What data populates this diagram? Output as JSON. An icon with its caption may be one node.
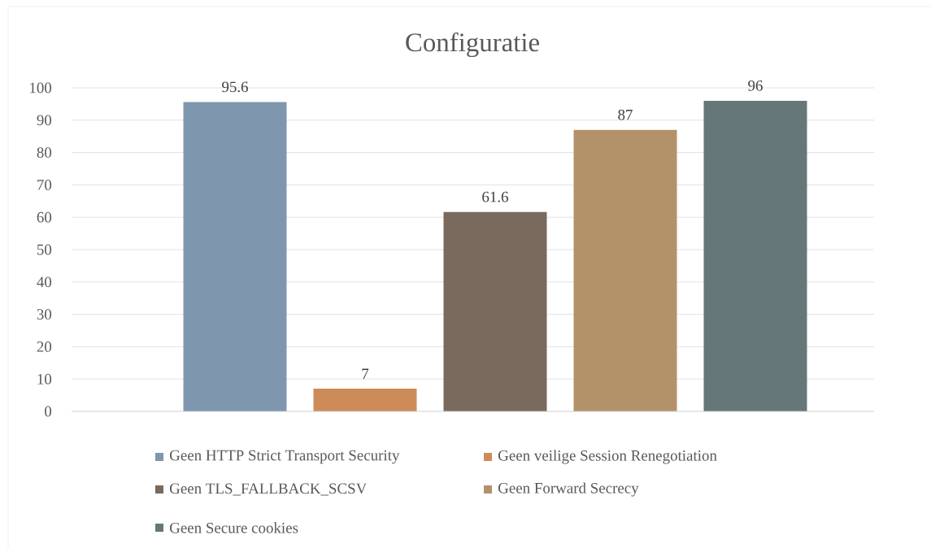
{
  "diagram": {
    "chart_data": {
      "type": "bar",
      "title": "Configuratie",
      "series": [
        {
          "name": "Geen HTTP Strict Transport Security",
          "color": "#7f97ae",
          "values": [
            95.6
          ]
        },
        {
          "name": "Geen veilige Session Renegotiation",
          "color": "#ce8b5a",
          "values": [
            7
          ]
        },
        {
          "name": "Geen TLS_FALLBACK_SCSV",
          "color": "#7a695d",
          "values": [
            61.6
          ]
        },
        {
          "name": "Geen Forward Secrecy",
          "color": "#b3926a",
          "values": [
            87
          ]
        },
        {
          "name": "Geen Secure cookies",
          "color": "#657779",
          "values": [
            96
          ]
        }
      ],
      "grid": true,
      "legend": "bottom",
      "ylim": [
        0,
        100
      ],
      "yticks": [
        0,
        10,
        20,
        30,
        40,
        50,
        60,
        70,
        80,
        90,
        100
      ],
      "data_labels": true
    }
  }
}
